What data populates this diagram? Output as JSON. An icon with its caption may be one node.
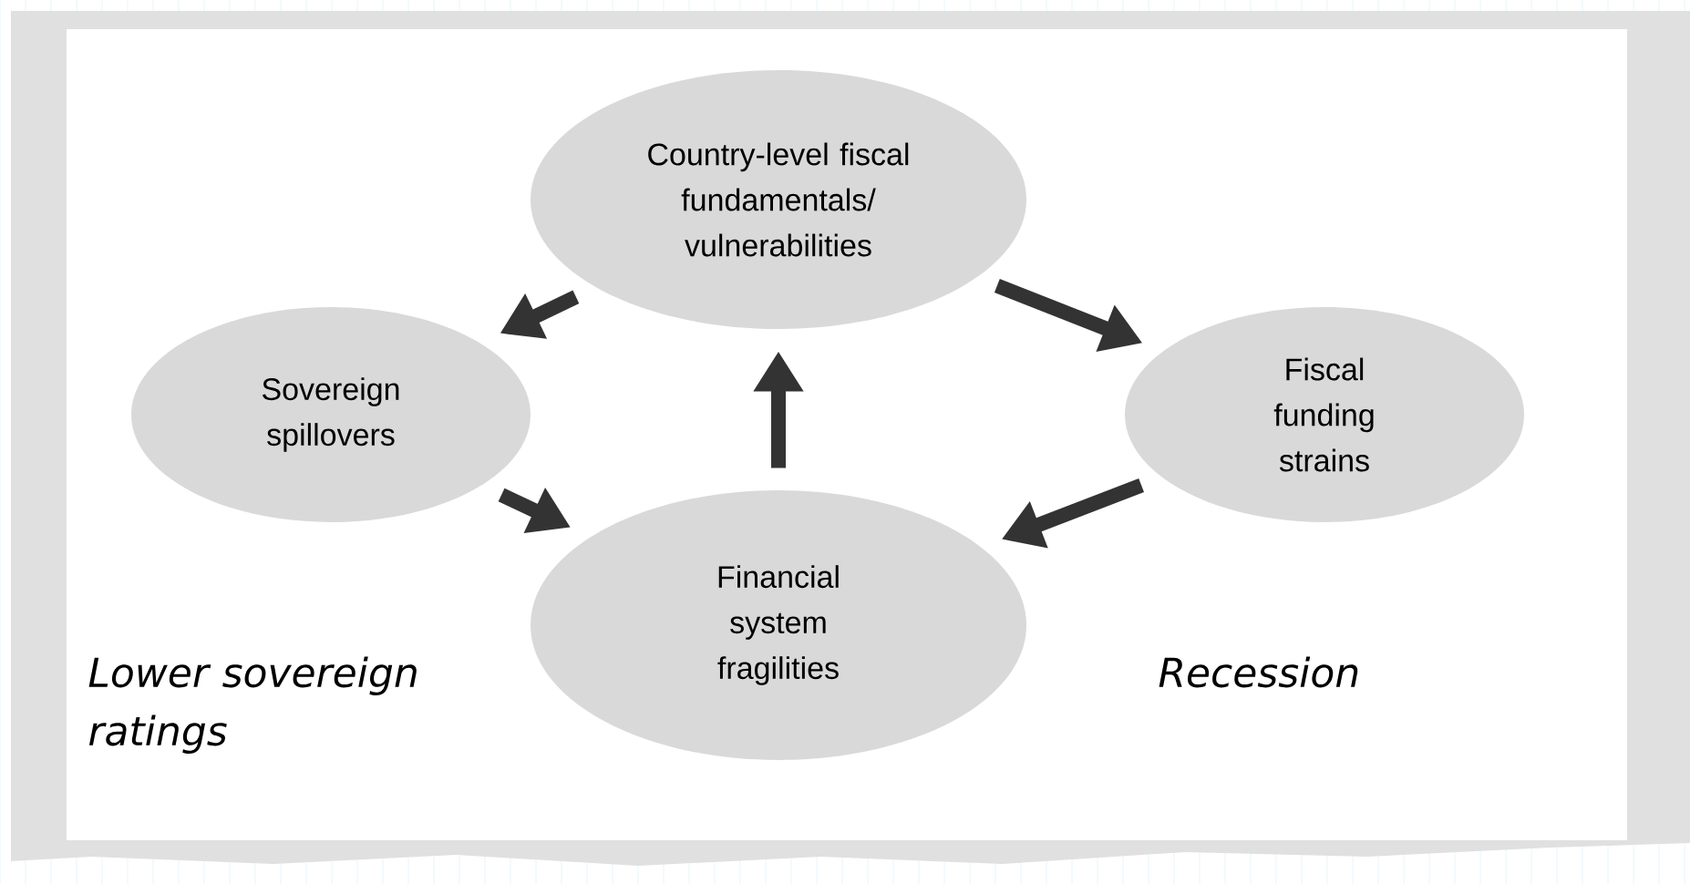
{
  "diagram": {
    "nodes": [
      {
        "text": [
          "Country-level fiscal fundamentals/ vulnerabilities"
        ]
      },
      {
        "text": [
          "Sovereign spillovers"
        ]
      },
      {
        "text": [
          "Fiscal funding strains"
        ]
      },
      {
        "text": [
          "Financial system fragilities"
        ]
      }
    ],
    "edges": [
      {
        "from": 0,
        "to": 1,
        "arrow": "to"
      },
      {
        "from": 0,
        "to": 2,
        "arrow": "to"
      },
      {
        "from": 2,
        "to": 3,
        "arrow": "to"
      },
      {
        "from": 1,
        "to": 3,
        "arrow": "to"
      },
      {
        "from": 3,
        "to": 0,
        "arrow": "to"
      }
    ],
    "labels": [
      "Lower sovereign ratings",
      "Recession"
    ]
  }
}
